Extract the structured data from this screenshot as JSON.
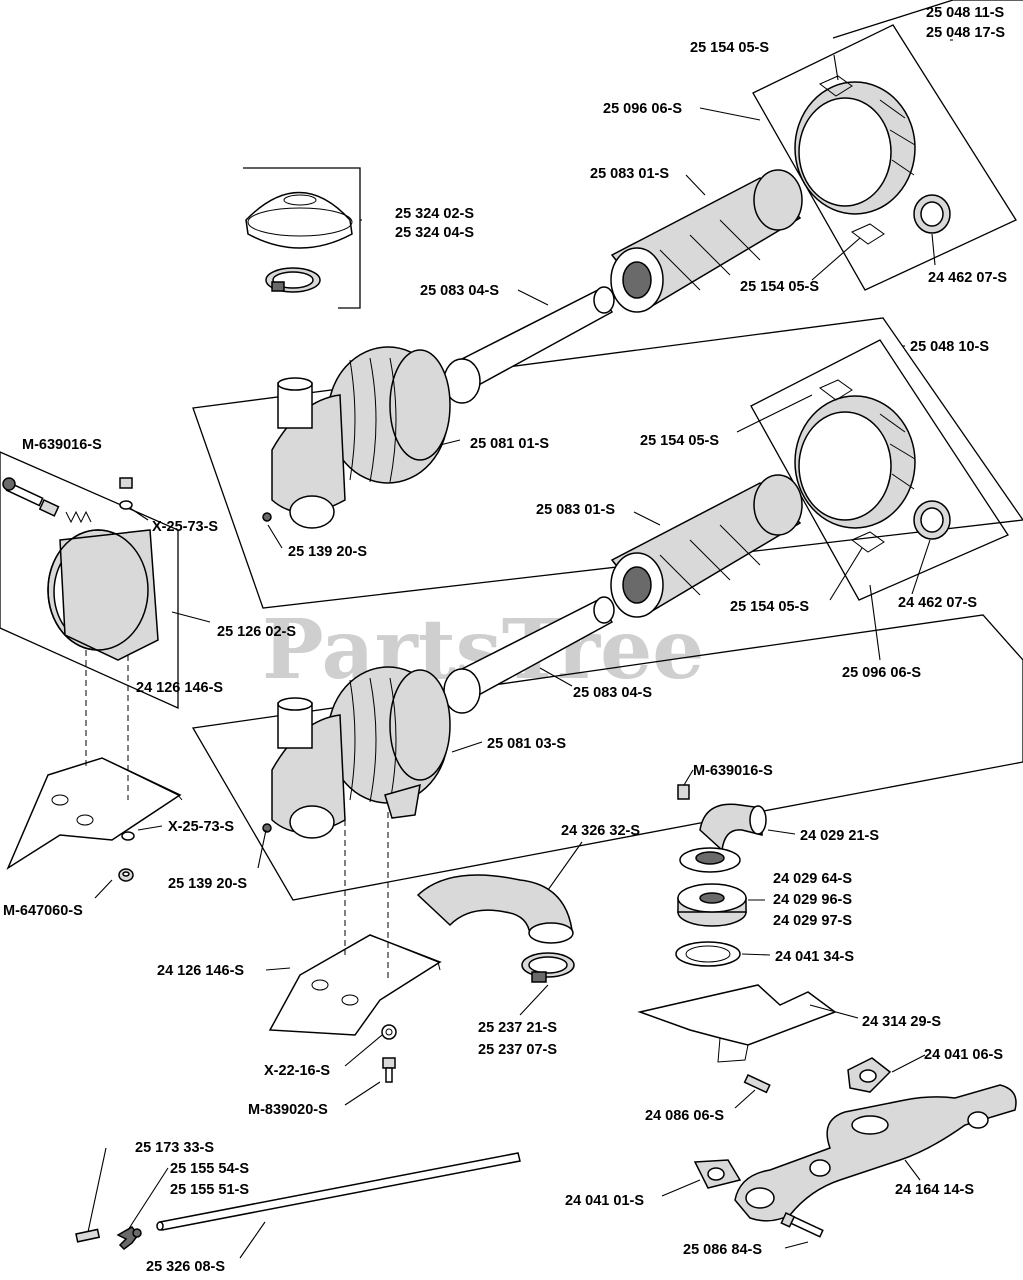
{
  "watermark": "PartsTree",
  "labels": {
    "kit_11s": "25 048 11-S",
    "kit_17s": "25 048 17-S",
    "clip_top_a": "25 154 05-S",
    "cover_top": "25 096 06-S",
    "filter_top": "25 083 01-S",
    "cap_02": "25 324 02-S",
    "cap_04": "25 324 04-S",
    "clip_top_b": "25 154 05-S",
    "seal_top": "24 462 07-S",
    "tube_top": "25 083 04-S",
    "kit_10s": "25 048 10-S",
    "m639016_a": "M-639016-S",
    "clip_mid_a": "25 154 05-S",
    "housing_01": "25 081 01-S",
    "x2573_a": "X-25-73-S",
    "plug_a": "25 139 20-S",
    "filter_mid": "25 083 01-S",
    "clip_mid_b": "25 154 05-S",
    "seal_mid": "24 462 07-S",
    "bracket_02": "25 126 02-S",
    "cover_mid": "25 096 06-S",
    "plate_a": "24 126 146-S",
    "tube_mid": "25 083 04-S",
    "housing_03": "25 081 03-S",
    "m639016_b": "M-639016-S",
    "x2573_b": "X-25-73-S",
    "hose_32": "24 326 32-S",
    "elbow_21": "24 029 21-S",
    "plug_b": "25 139 20-S",
    "m647060": "M-647060-S",
    "spacer_64": "24 029 64-S",
    "spacer_96": "24 029 96-S",
    "spacer_97": "24 029 97-S",
    "plate_b": "24 126 146-S",
    "gasket_34": "24 041 34-S",
    "clamp_21": "25 237 21-S",
    "clamp_07": "25 237 07-S",
    "bracket_29": "24 314 29-S",
    "x2216": "X-22-16-S",
    "gasket_06": "24 041 06-S",
    "m839020": "M-839020-S",
    "screw_06": "24 086 06-S",
    "pin_33": "25 173 33-S",
    "clip_54": "25 155 54-S",
    "clip_51": "25 155 51-S",
    "manifold_14": "24 164 14-S",
    "gasket_01": "24 041 01-S",
    "bolt_84": "25 086 84-S",
    "rod_08": "25 326 08-S"
  }
}
